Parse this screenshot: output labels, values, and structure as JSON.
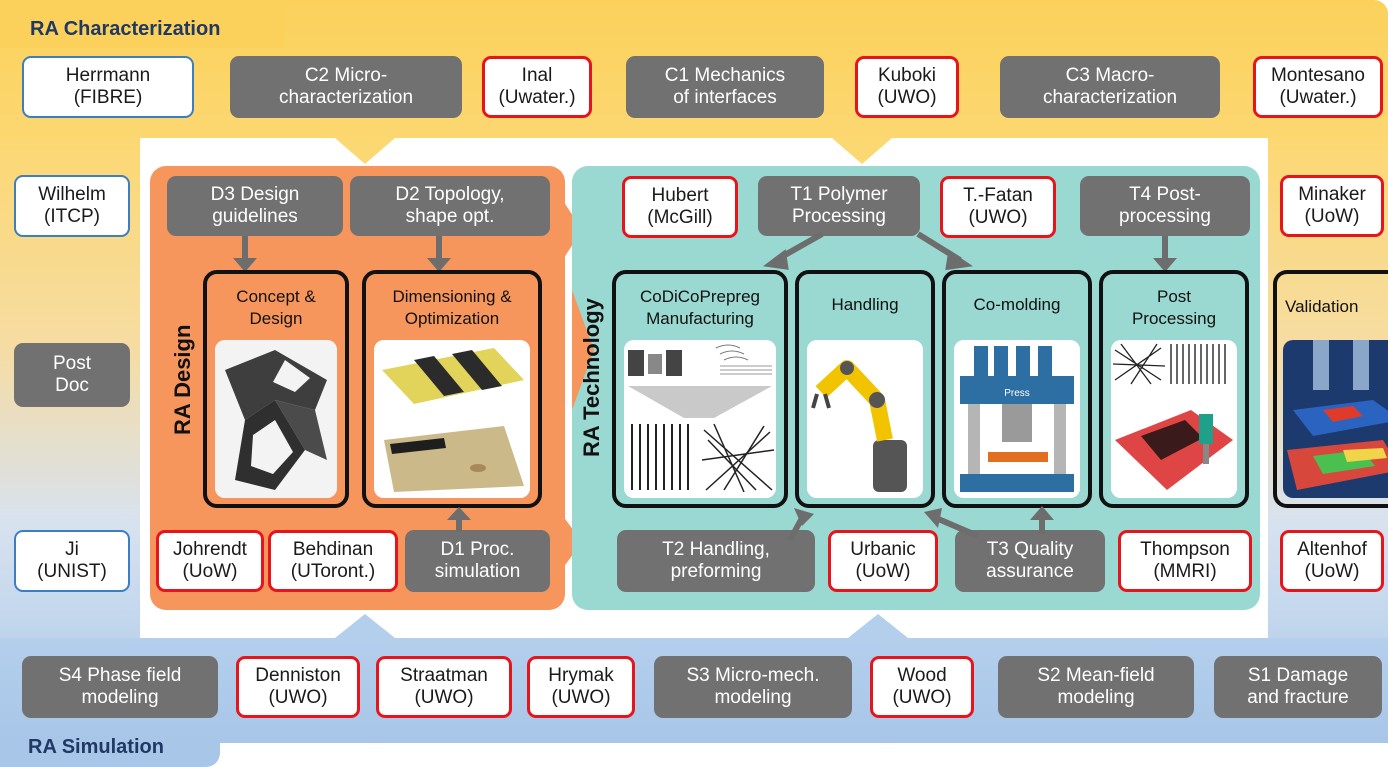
{
  "bands": {
    "characterization": "RA Characterization",
    "simulation": "RA Simulation",
    "design": "RA Design",
    "technology": "RA Technology"
  },
  "top_row": [
    {
      "text": "Herrmann\n(FIBRE)",
      "kind": "person-blue"
    },
    {
      "text": "C2 Micro-\ncharacterization",
      "kind": "task"
    },
    {
      "text": "Inal\n(Uwater.)",
      "kind": "person-red"
    },
    {
      "text": "C1 Mechanics\nof interfaces",
      "kind": "task"
    },
    {
      "text": "Kuboki\n(UWO)",
      "kind": "person-red"
    },
    {
      "text": "C3 Macro-\ncharacterization",
      "kind": "task"
    },
    {
      "text": "Montesano\n(Uwater.)",
      "kind": "person-red"
    }
  ],
  "left_column": [
    {
      "text": "Wilhelm\n(ITCP)",
      "kind": "person-blue"
    },
    {
      "text": "Post\nDoc",
      "kind": "task"
    },
    {
      "text": "Ji\n(UNIST)",
      "kind": "person-blue"
    }
  ],
  "right_column": [
    {
      "text": "Minaker\n(UoW)",
      "kind": "person-red"
    },
    {
      "text": "Altenhof\n(UoW)",
      "kind": "person-red"
    }
  ],
  "design": {
    "d3": "D3  Design\nguidelines",
    "d2": "D2 Topology,\nshape opt.",
    "d1": "D1  Proc.\nsimulation",
    "johrendt": "Johrendt\n(UoW)",
    "behdinan": "Behdinan\n(UToront.)",
    "concept": "Concept &\nDesign",
    "dimensioning": "Dimensioning &\nOptimization"
  },
  "technology": {
    "hubert": "Hubert\n(McGill)",
    "t1": "T1 Polymer\nProcessing",
    "tfatan": "T.-Fatan\n(UWO)",
    "t4": "T4  Post-\nprocessing",
    "t2": "T2 Handling,\npreforming",
    "urbanic": "Urbanic\n(UoW)",
    "t3": "T3 Quality\nassurance",
    "thompson": "Thompson\n(MMRI)",
    "codico": "CoDiCoPrepreg\nManufacturing",
    "handling": "Handling",
    "comolding": "Co-molding",
    "post": "Post\nProcessing",
    "press_label": "Press"
  },
  "validation": "Validation",
  "bottom_row": [
    {
      "text": "S4 Phase field\nmodeling",
      "kind": "task"
    },
    {
      "text": "Denniston\n(UWO)",
      "kind": "person-red"
    },
    {
      "text": "Straatman\n(UWO)",
      "kind": "person-red"
    },
    {
      "text": "Hrymak\n(UWO)",
      "kind": "person-red"
    },
    {
      "text": "S3 Micro-mech.\nmodeling",
      "kind": "task"
    },
    {
      "text": "Wood\n(UWO)",
      "kind": "person-red"
    },
    {
      "text": "S2 Mean-field\nmodeling",
      "kind": "task"
    },
    {
      "text": "S1 Damage\nand fracture",
      "kind": "task"
    }
  ],
  "colors": {
    "characterization_band": "#fbd15b",
    "simulation_band": "#a8c6e8",
    "design_panel": "#f7965c",
    "technology_panel": "#9ad8d2",
    "task_box": "#717171",
    "person_border_red": "#e8141c",
    "person_border_blue": "#3b7ec1"
  }
}
